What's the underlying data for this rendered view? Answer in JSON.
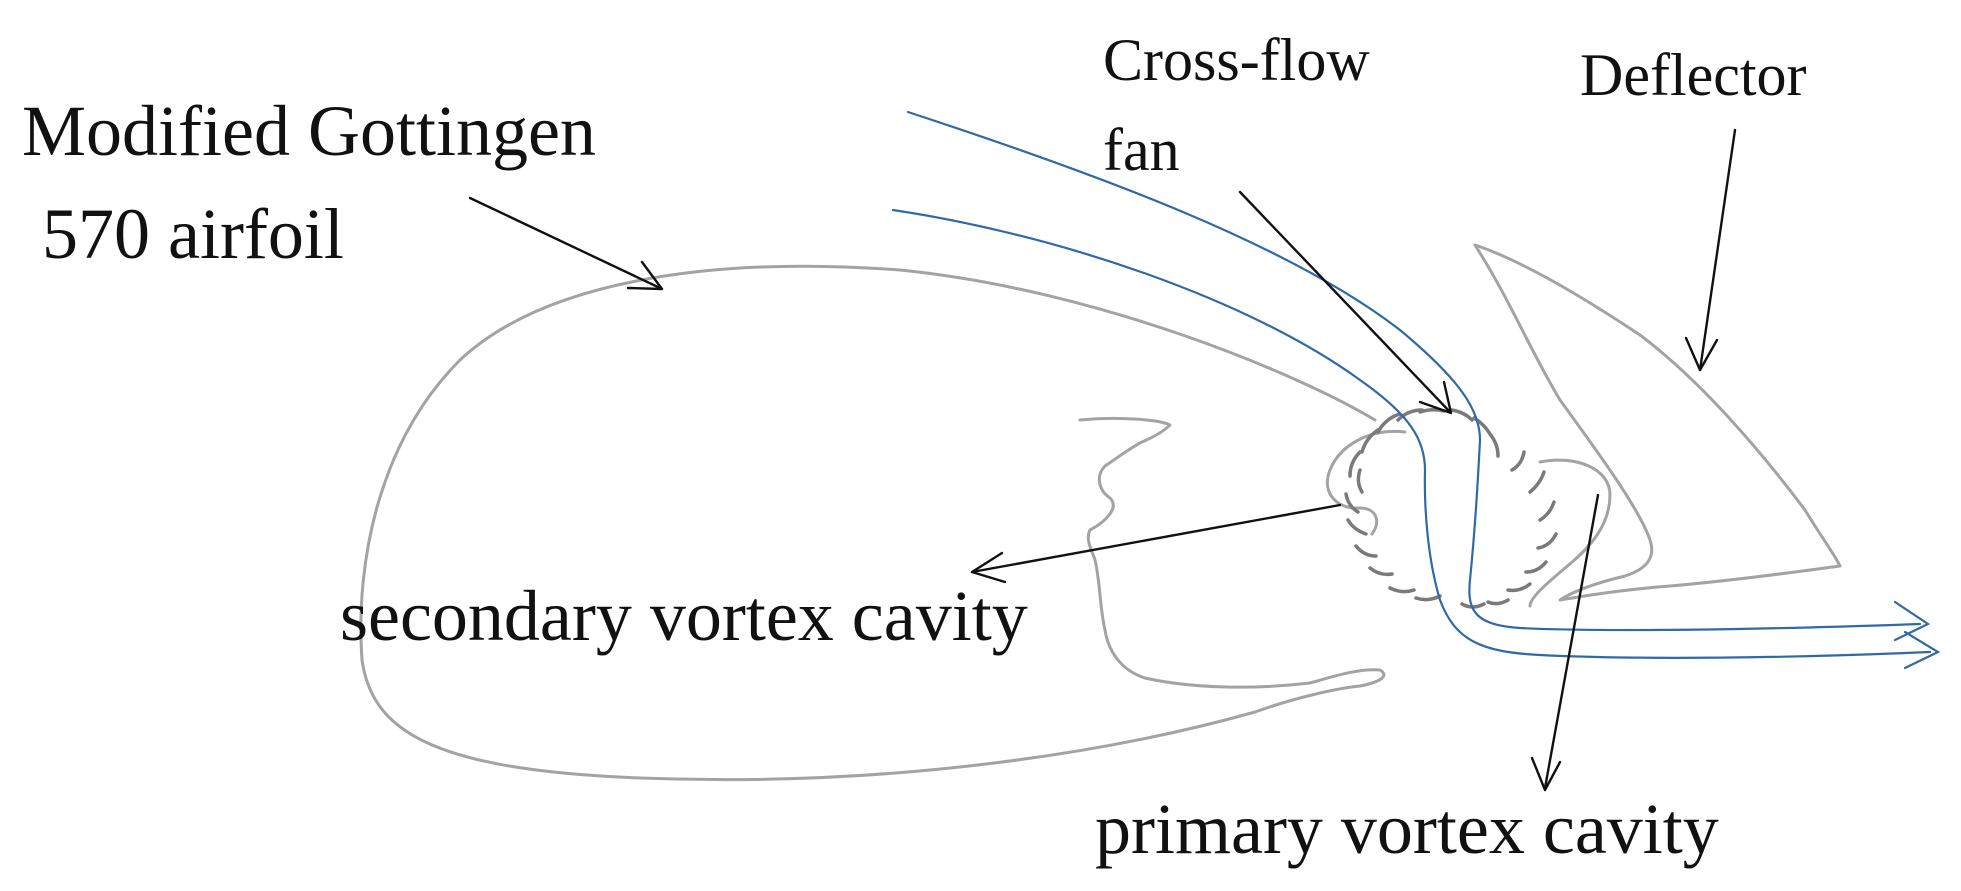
{
  "labels": {
    "airfoil_line1": "Modified Gottingen",
    "airfoil_line2": "570 airfoil",
    "fan_line1": "Cross-flow",
    "fan_line2": "fan",
    "deflector": "Deflector",
    "secondary_cavity": "secondary vortex cavity",
    "primary_cavity": "primary vortex cavity"
  },
  "colors": {
    "outline": "#a3a3a3",
    "flow": "#2f6aa6",
    "pointer": "#111111",
    "text": "#111111"
  }
}
